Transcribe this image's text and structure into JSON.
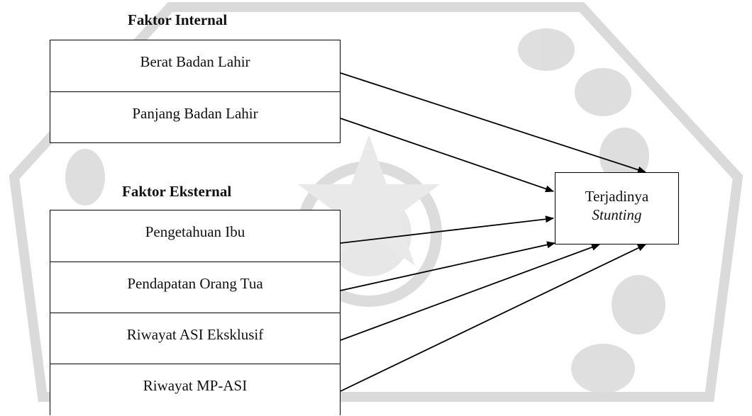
{
  "internal": {
    "heading": "Faktor Internal",
    "items": [
      "Berat Badan Lahir",
      "Panjang Badan Lahir"
    ]
  },
  "external": {
    "heading": "Faktor Eksternal",
    "items": [
      "Pengetahuan Ibu",
      "Pendapatan Orang Tua",
      "Riwayat ASI Eksklusif",
      "Riwayat MP-ASI"
    ]
  },
  "outcome": {
    "line1": "Terjadinya",
    "line2": "Stunting"
  },
  "colors": {
    "line": "#000000",
    "watermark": "#cfcfcf"
  }
}
